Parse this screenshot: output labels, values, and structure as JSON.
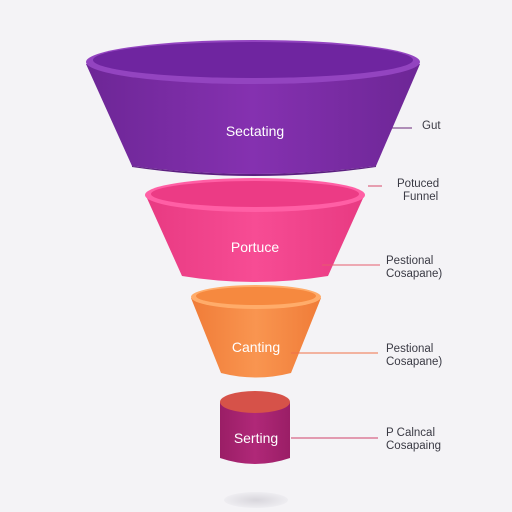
{
  "funnel": {
    "stages": [
      {
        "label": "Sectating",
        "color": "#7a2aa6",
        "rim_color": "#9a44c8",
        "leader_color": "#6a2a7a",
        "annotation": [
          "Gut"
        ]
      },
      {
        "label": "Portuce",
        "color": "#f2418a",
        "rim_color": "#ff66aa",
        "leader_color": "#d94a6a",
        "annotation": [
          "Potuced",
          "Funnel"
        ]
      },
      {
        "label": "Canting",
        "color": "#f58a45",
        "rim_color": "#ffab66",
        "leader_color": "#f07048",
        "annotation": [
          "Pestional",
          "Cosapane)"
        ]
      },
      {
        "label": "Serting",
        "color": "#a82270",
        "rim_color": "#d4574d",
        "leader_color": "#d0406a",
        "annotation": [
          "P Calncal",
          "Cosapaing"
        ]
      }
    ],
    "extra_annotation": [
      "Pestional",
      "Cosapane)"
    ],
    "extra_leader_color": "#e65c6e"
  }
}
